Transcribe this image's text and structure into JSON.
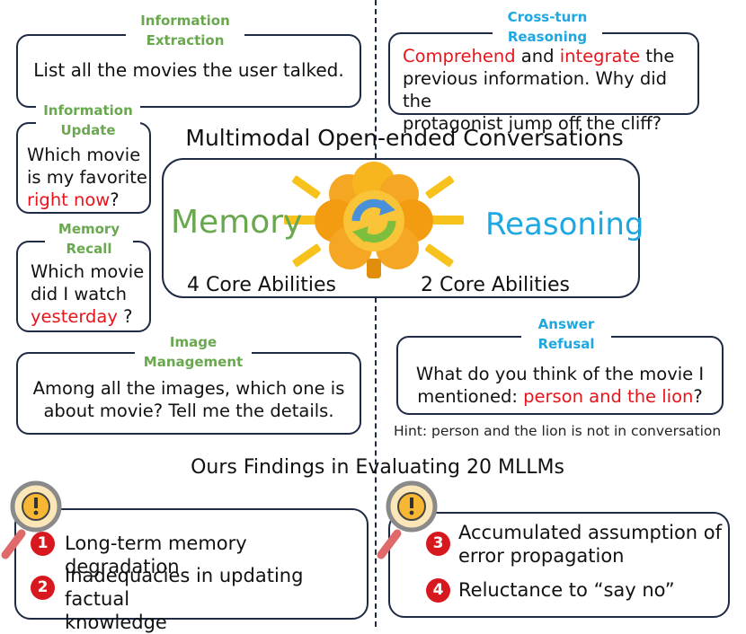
{
  "colors": {
    "memory_green": "#6aa84f",
    "reasoning_blue": "#1ea7e1",
    "highlight_red": "#e8141c",
    "border_navy": "#1f2a44",
    "badge_red": "#d7191f",
    "brain_orange": "#f5a623"
  },
  "icons": [
    "brain-icon",
    "refresh-arrows-icon",
    "magnifier-warning-icon"
  ],
  "memory_abilities": {
    "info_extraction": {
      "caption_line1": "Information",
      "caption_line2": "Extraction",
      "text": "List all the movies the user talked."
    },
    "info_update": {
      "caption_line1": "Information",
      "caption_line2": "Update",
      "line1": "Which movie",
      "line2": "is my favorite",
      "highlight": "right now",
      "suffix": "?"
    },
    "memory_recall": {
      "caption_line1": "Memory",
      "caption_line2": "Recall",
      "line1": "Which movie",
      "line2": "did I watch",
      "highlight": "yesterday",
      "suffix": " ?"
    },
    "image_management": {
      "caption_line1": "Image",
      "caption_line2": "Management",
      "line1": "Among all the images, which one is",
      "line2": "about movie? Tell me the details."
    }
  },
  "reasoning_abilities": {
    "cross_turn": {
      "caption_line1": "Cross-turn",
      "caption_line2": "Reasoning",
      "highlight1": "Comprehend",
      "mid1": " and ",
      "highlight2": "integrate",
      "mid2": " the",
      "line2": "previous information. Why did the",
      "line3": "protagonist jump off the cliff?"
    },
    "answer_refusal": {
      "caption_line1": "Answer",
      "caption_line2": "Refusal",
      "line1": "What do you think of the movie I",
      "line2_prefix": "mentioned: ",
      "highlight": "person and the lion",
      "line2_suffix": "?",
      "hint": "Hint: person and the lion is not in conversation"
    }
  },
  "center": {
    "title": "Multimodal Open-ended Conversations",
    "memory_label": "Memory",
    "reasoning_label": "Reasoning",
    "memory_count": "4 Core Abilities",
    "reasoning_count": "2 Core Abilities"
  },
  "findings": {
    "title": "Ours Findings in Evaluating 20 MLLMs",
    "items": [
      {
        "num": "1",
        "line1": "Long-term memory degradation",
        "line2": ""
      },
      {
        "num": "2",
        "line1": "Inadequacies in updating factual",
        "line2": "knowledge"
      },
      {
        "num": "3",
        "line1": "Accumulated assumption of",
        "line2": "error propagation"
      },
      {
        "num": "4",
        "line1": "Reluctance to “say no”",
        "line2": ""
      }
    ]
  }
}
